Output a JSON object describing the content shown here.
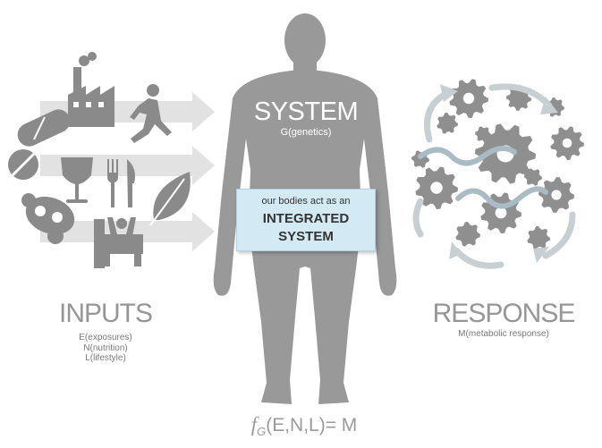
{
  "inputs": {
    "title": "INPUTS",
    "lines": [
      "E(exposures)",
      "N(nutrition)",
      "L(lifestyle)"
    ],
    "icons": [
      "factory-icon",
      "runner-icon",
      "pill-icon",
      "wine-glass-icon",
      "cutlery-icon",
      "leaf-icon",
      "gas-mask-icon",
      "person-on-couch-icon"
    ]
  },
  "system": {
    "title": "SYSTEM",
    "subtitle": "G(genetics)",
    "box_line1": "our bodies act as an",
    "box_line2": "INTEGRATED",
    "box_line3": "SYSTEM"
  },
  "response": {
    "title": "RESPONSE",
    "subtitle": "M(metabolic response)",
    "icons": [
      "gear-icon",
      "circular-arrow-icon",
      "wavy-line-icon"
    ]
  },
  "formula": {
    "fn": "f",
    "sub": "G",
    "rest": "(E,N,L)= M"
  },
  "colors": {
    "silhouette": "#999999",
    "icons": "#8a8a8a",
    "arrows": "#e2e2e2",
    "box_fill": "#d3e9f3",
    "text_grey": "#969696"
  }
}
